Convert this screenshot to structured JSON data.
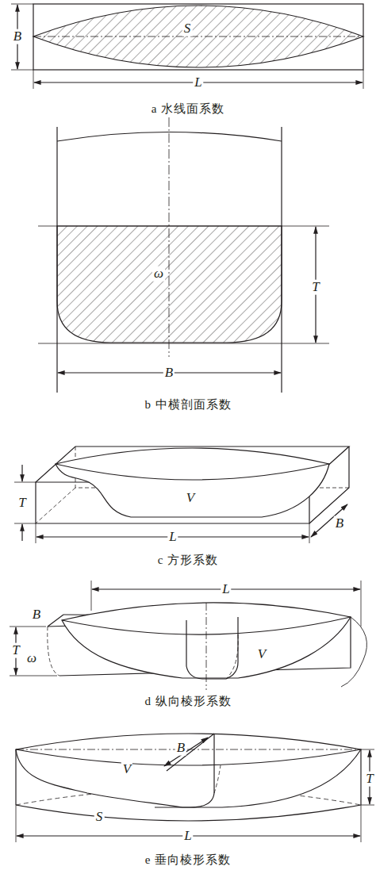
{
  "diagram": {
    "labels": [
      "B",
      "S",
      "L",
      "a 水线面系数",
      "ω",
      "T",
      "B",
      "b 中横剖面系数",
      "T",
      "V",
      "L",
      "B",
      "c 方形系数",
      "L",
      "B",
      "T",
      "ω",
      "V",
      "d 纵向棱形系数",
      "B",
      "V",
      "T",
      "S",
      "L",
      "e 垂向棱形系数"
    ]
  }
}
